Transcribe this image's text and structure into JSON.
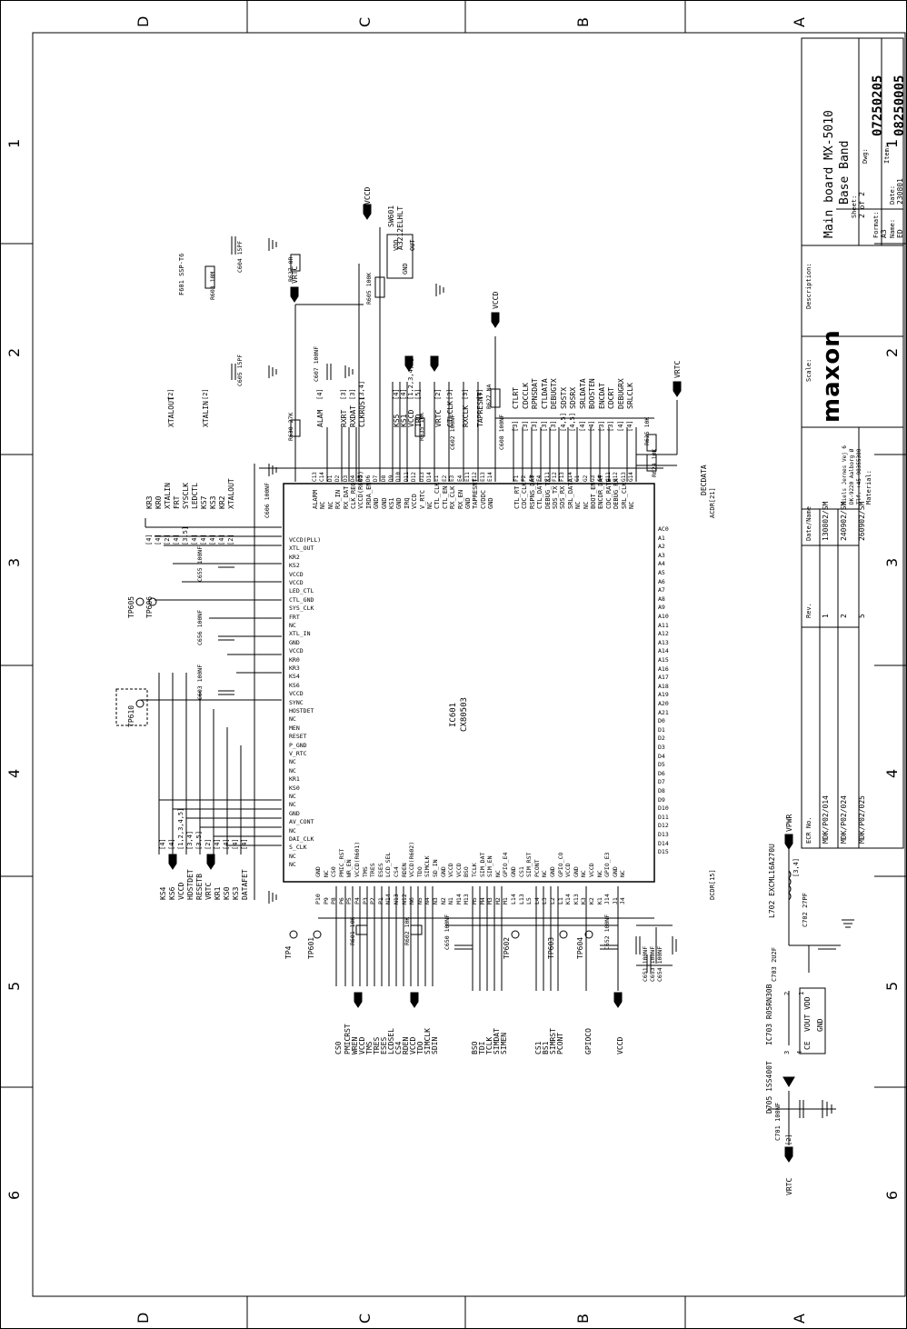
{
  "frame": {
    "cols": [
      "6",
      "5",
      "4",
      "3",
      "2",
      "1"
    ],
    "rows": [
      "A",
      "B",
      "C",
      "D"
    ]
  },
  "title_block": {
    "description_label": "Description:",
    "title_line1": "Main board MX-5010",
    "title_line2": "Base Band",
    "scale_label": "Scale:",
    "format_label": "Format:",
    "format_value": "A3",
    "sheet_label": "Sheet:",
    "sheet_value": "2 of 2",
    "dwg_label": "Dwg:",
    "dwg_value": "07250205",
    "item_label": "Item:",
    "item_value": "08250005",
    "name_label": "Name:",
    "name_value": "ED",
    "date_label": "Date:",
    "date_value": "230801",
    "material_label": "Material:",
    "company": "maxon",
    "address1": "Niels Jernes Vej 6",
    "address2": "DK-9220 Aalborg Ø",
    "address3": "Tlf. +45 98355300",
    "ecr_header": "ECR No.",
    "rev_header": "Rev.",
    "date_header": "Date/Name",
    "ecr_rows": [
      {
        "ecr": "MDK/P02/014",
        "rev": "1",
        "date": "130802/SM"
      },
      {
        "ecr": "MDK/P02/024",
        "rev": "2",
        "date": "240902/SM"
      },
      {
        "ecr": "MDK/P02/025",
        "rev": "5",
        "date": "260902/SM"
      }
    ]
  },
  "ic": {
    "ref": "IC601",
    "part": "CX80503"
  },
  "top_pins": [
    "ALARM",
    "NC",
    "NC",
    "RX_IN",
    "RX_DAT",
    "CLK_REQ",
    "VCCD(R605)",
    "IRDA_EN",
    "GND",
    "GND",
    "KS1",
    "GND",
    "IRQ",
    "VCCD",
    "V_RTC",
    "NC",
    "CTL_CLK",
    "CTL_EN",
    "RX_CLK",
    "RX_EN",
    "GND",
    "TAPRESNT",
    "CVDDC",
    "GND"
  ],
  "top_pin_nums": [
    "C13",
    "C14",
    "D1",
    "D2",
    "D3",
    "D4",
    "D5",
    "D6",
    "D7",
    "D8",
    "D9",
    "D10",
    "D11",
    "D12",
    "D13",
    "D14",
    "E1",
    "E2",
    "E3",
    "E4",
    "E11",
    "E12",
    "E13",
    "E14"
  ],
  "right_pins": [
    "CTL_RT",
    "CDC_CLK",
    "RSPNS_DAT",
    "CTL_DAT",
    "DEBUG_TX",
    "SDS_TX",
    "SDS_RX",
    "SRL_DATA",
    "NC",
    "NC",
    "BOOT_EN",
    "ENCDR_DAT",
    "CDC_RATE",
    "DEBUG_RX",
    "SRL_CLK",
    "NC"
  ],
  "right_pin_nums": [
    "F1",
    "F2",
    "F3",
    "F4",
    "F11",
    "F12",
    "F13",
    "F14",
    "G1",
    "G2",
    "G3",
    "G4",
    "G11",
    "G12",
    "G13",
    "G14"
  ],
  "left_pins": [
    "VCCD(PLL)",
    "XTL_OUT",
    "KR2",
    "KS2",
    "VCCD",
    "VCCD",
    "LED_CTL",
    "CTL_GND",
    "SYS_CLK",
    "FRT",
    "NC",
    "XTL_IN",
    "GND",
    "VCCD",
    "KR0",
    "KR3",
    "KS4",
    "KS6",
    "VCCD",
    "SYNC",
    "HOSTDET",
    "NC",
    "MEN",
    "RESET",
    "P_GND",
    "V_RTC",
    "NC",
    "NC",
    "KR1",
    "KS0",
    "NC",
    "NC",
    "GND",
    "AV_CONT",
    "NC",
    "DAI_CLK",
    "S_CLK",
    "NC",
    "NC"
  ],
  "bottom_pins": [
    "P10",
    "P9",
    "P8",
    "P6",
    "P5",
    "P4",
    "P3",
    "P2",
    "P1",
    "N14",
    "N13",
    "N12",
    "N6",
    "N5",
    "N4",
    "N3",
    "N2",
    "N1",
    "M14",
    "M13",
    "M5",
    "M4",
    "M3",
    "M2",
    "M1",
    "L14",
    "L13",
    "L5",
    "L4",
    "L3",
    "L2",
    "L1",
    "K14",
    "K13",
    "K3",
    "K2",
    "K1",
    "J14",
    "J1",
    "J4"
  ],
  "bottom_sigs": [
    "GND",
    "NC",
    "CS0",
    "PMIC_RST",
    "WR_EN",
    "VCCD(R601)",
    "TMS",
    "TRES",
    "ESES",
    "LCD_SEL",
    "CS4",
    "RDEN",
    "VCCD(R602)",
    "TDO",
    "SIMCLK",
    "SD_IN",
    "GND",
    "VCCD",
    "VCCD",
    "BSO",
    "TCLK",
    "SIM_DAT",
    "SIM_EN",
    "NC",
    "GPIO_E4",
    "GND",
    "CS1",
    "SIM_RST",
    "PCONT",
    "NC",
    "GND",
    "GPIO_CO",
    "VCCD",
    "GND",
    "NC",
    "VCCD",
    "NC",
    "GPIO_E3",
    "GND",
    "NC"
  ],
  "data_bus": [
    "AC0",
    "A1",
    "A2",
    "A3",
    "A4",
    "A5",
    "A6",
    "A7",
    "A8",
    "A9",
    "A10",
    "A11",
    "A12",
    "A13",
    "A14",
    "A15",
    "A16",
    "A17",
    "A18",
    "A19",
    "A20",
    "A21",
    "D0",
    "D1",
    "D2",
    "D3",
    "D4",
    "D5",
    "D6",
    "D7",
    "D8",
    "D9",
    "D10",
    "D11",
    "D12",
    "D13",
    "D14",
    "D15"
  ],
  "data_bus_label": "ACDR[21]",
  "data_bus_label2": "DCDR[15]",
  "decdata": "DECDATA",
  "nets_top": [
    {
      "label": "VCCD",
      "kind": "power"
    },
    {
      "label": "VRTC",
      "kind": "power"
    },
    {
      "label": "VCCD",
      "kind": "power"
    },
    {
      "label": "VRTC",
      "kind": "power"
    }
  ],
  "left_connectors": [
    "KR3",
    "KR0",
    "XTALIN",
    "FRT",
    "SYSCLK",
    "LEDCTL",
    "KS7",
    "KS3",
    "KR2",
    "XTALOUT",
    "TP605",
    "TP606",
    "TP610"
  ],
  "left_tags": [
    "[4]",
    "[4]",
    "[2]",
    "[4]",
    "[3,5]",
    "[4]",
    "[4]",
    "[4]",
    "[4]",
    "[2]"
  ],
  "bottom_left_connectors": [
    "KS4",
    "KS6",
    "VCCD",
    "HDSTDET",
    "RESETB",
    "VRTC",
    "KR1",
    "KS0",
    "KS3",
    "DATAFET"
  ],
  "bottom_left_tags": [
    "[4]",
    "[4]",
    "[1,2,3,4,5]",
    "[3,4]",
    "[3,5]",
    "[2]",
    "[4]",
    "[4]",
    "[4]",
    "[4]"
  ],
  "bottom_connectors": [
    "CS0",
    "PMICRST",
    "WREN",
    "VCCD",
    "TMS",
    "TRES",
    "ESES",
    "LCDSEL",
    "CS4",
    "RDEN",
    "VCCD",
    "TDO",
    "SIMCLK",
    "SDIN",
    "BSO",
    "TDI",
    "TCLK",
    "SIMDAT",
    "SIMEN",
    "CS1",
    "BS1",
    "SIMRST",
    "PCONT",
    "GPIOCO",
    "VCCD"
  ],
  "testpoints": [
    "TP4",
    "TP601",
    "TP602",
    "TP603",
    "TP604"
  ],
  "resistors_top": [
    "R605 100K",
    "R637 0R",
    "R630 27K",
    "R603 10M",
    "R635 10K",
    "R627 NA",
    "R625 10K",
    "R624 10K"
  ],
  "caps_top": [
    "C604 15PF",
    "C605 15PF",
    "C607 100NF",
    "C602 100NF",
    "C608 100NF",
    "C606 100NF",
    "C655 100NF",
    "C656 100NF",
    "C603 100NF"
  ],
  "crystal": "F601 SSP-T6",
  "switch": {
    "ref": "SW601",
    "part": "A3212ELHLT",
    "pins": [
      "VDD",
      "GND",
      "OUT"
    ]
  },
  "top_nets": [
    "XTALOUT",
    "XTALIN",
    "ALAM",
    "RXRT",
    "RXDAT",
    "CLKRQST",
    "KS5",
    "KS1",
    "VCCD",
    "IRQ",
    "CTLCLK",
    "RXCLK",
    "TAPRESNT",
    "VRTC"
  ],
  "top_net_tags": [
    "[2]",
    "[2]",
    "[4]",
    "[3]",
    "[3]",
    "[3,4]",
    "[4]",
    "[4]",
    "[1,2,3,4,5]",
    "[5]",
    "[3]",
    "[3]",
    "[4]",
    "[2]"
  ],
  "right_nets": [
    "CTLRT",
    "CDCCLK",
    "RPNSDAT",
    "CTLDATA",
    "DEBUGTX",
    "SDSTX",
    "SDSRX",
    "SRLDATA",
    "BOOSTEN",
    "ENCDAT",
    "CDCRT",
    "DEBUGRX",
    "SRLCLK"
  ],
  "right_net_tags": [
    "[3]",
    "[3]",
    "[3]",
    "[3]",
    "[3]",
    "[4,5]",
    "[4,5]",
    "[4]",
    "[4]",
    "[3]",
    "[3]",
    "[4]",
    "[4]"
  ],
  "power_section": {
    "d705": "D705 1SS400T",
    "c701": "C701 100NF",
    "ic703": "IC703 R05RN30B",
    "ic703_pins": [
      "VOUT VDD",
      "CE",
      "GND"
    ],
    "l702": "L702 EXCML16A270U",
    "c703": "C703 2U2F",
    "c702": "C702 27PF",
    "vpwr": "VPWR",
    "vrtc": "VRTC",
    "tag_vrtc": "[2]",
    "tag_vpwr": "[3,4]",
    "pin_nums": [
      "3",
      "4",
      "2",
      "1"
    ]
  },
  "bottom_caps": [
    "C650 100NF",
    "C652 100NF",
    "C651 100NF",
    "C653 100NF",
    "C654 100NF"
  ],
  "bottom_res": [
    "R601 10K",
    "R602 10K"
  ],
  "colors": {
    "line": "#000000",
    "paper": "#ffffff"
  }
}
